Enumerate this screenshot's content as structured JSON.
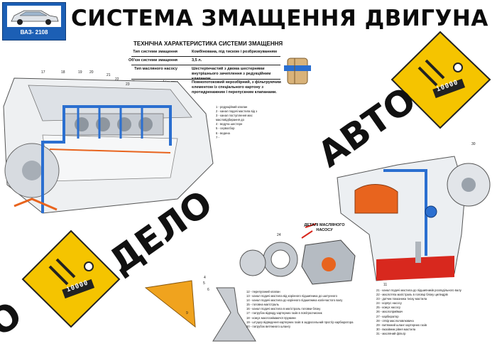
{
  "header": {
    "car_badge": "ВАЗ- 2108",
    "title": "СИСТЕМА ЗМАЩЕННЯ ДВИГУНА"
  },
  "spec": {
    "heading": "ТЕХНІЧНА ХАРАКТЕРИСТИКА СИСТЕМИ ЗМАЩЕННЯ",
    "rows": [
      {
        "label": "Тип системи змащення",
        "value": "Комбінована, під тиском і розбризкуванням"
      },
      {
        "label": "Об'єм системи змащення",
        "value": "3,5 л."
      },
      {
        "label": "Тип масляного насосу",
        "value": "Шестерінчастий з двома шестернями внутрішнього зачеплення з редукційним клапаном."
      },
      {
        "label": "Тип масляного фільтру",
        "value": "Повнопотоковий нерозбірний, з фільтруючим елементом із спеціального картону з протидренажним і перепускним клапанами."
      }
    ]
  },
  "legend_left": [
    "1 - редукційний клапан",
    "2 - канал подачі мастила від з",
    "3 - канал поступлення мас",
    "масловідбирання до",
    "4 - ведуча шестерн",
    "5 - сервосбор",
    "6 - ведена",
    "7 - "
  ],
  "legend_bottom_mid": [
    "12 - перепускний клапан",
    "13 - канал подачі мастила від корінного підшипника до шатунного",
    "14 - канал подачі мастила до корінного підшипника колінчастого валу",
    "15 - головна магістраль",
    "16 - канал подачі мастила в магістраль головки блоку",
    "17 - патрубок відводу картерних газів в повітроочисник",
    "18 - кожух маслознімаючої пружини",
    "19 - штуцер відведення картерних газів в задросельний простір карбюратора",
    "20 - патрубок витяжного шлангу"
  ],
  "legend_bottom_right": [
    "21 - канал подачі мастила до підшипників розподільного валу",
    "22 - маслотяга магістраль в головці блоку циліндрів",
    "23 - датчик показника тиску мастила",
    "24 - корпус насосу",
    "25 - кожух насосу",
    "26 - маслоприймач",
    "27 - карбюратор",
    "28 - отвір маслоловлювача",
    "29 - витяжний шланг картерних газів",
    "30 - вказівник рівня мастила",
    "31 - масляний фільтр"
  ],
  "details_label": "ДЕТАЛІ МАСЛЯНОГО НАСОСУ",
  "stamp": {
    "word_avto": "АВТО",
    "word_delo": "ДЕЛО",
    "word_o": "О",
    "counter": "10000"
  },
  "callouts": {
    "n17": "17",
    "n18": "18",
    "n19": "19",
    "n20": "20",
    "n21": "21",
    "n22": "22",
    "n23": "23",
    "n30": "30",
    "n11": "11",
    "n9": "9",
    "n6": "6",
    "n5": "5",
    "n4": "4",
    "n24": "24"
  },
  "colors": {
    "badge_blue": "#1c5fb5",
    "sign_yellow": "#f5c400",
    "oil_blue": "#2b6fd0",
    "oil_orange": "#e8641e",
    "oil_red": "#d8281e"
  }
}
